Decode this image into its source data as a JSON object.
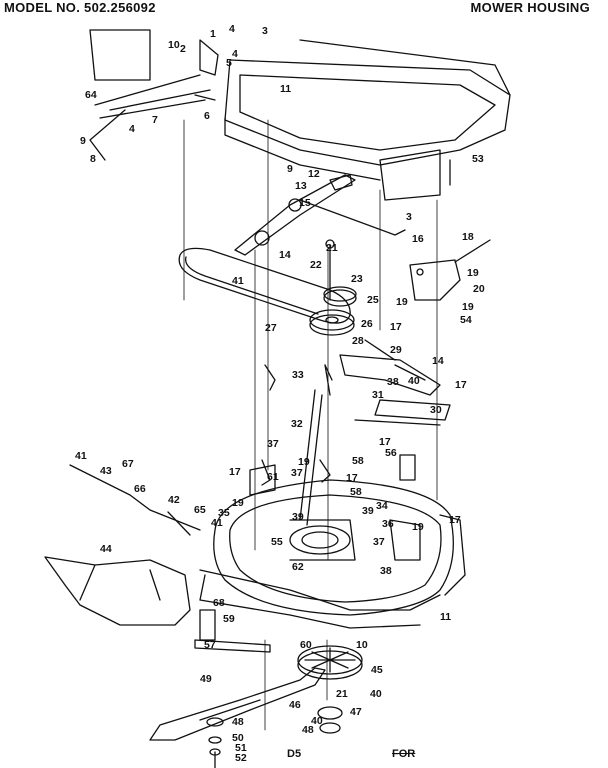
{
  "header": {
    "model": "MODEL NO. 502.256092",
    "section": "MOWER HOUSING"
  },
  "footer": {
    "page_code": "D5",
    "note": "FOR"
  },
  "part_labels": [
    "1",
    "2",
    "3",
    "4",
    "5",
    "6",
    "7",
    "8",
    "9",
    "10",
    "11",
    "12",
    "13",
    "14",
    "15",
    "16",
    "17",
    "18",
    "19",
    "20",
    "21",
    "22",
    "23",
    "25",
    "26",
    "27",
    "28",
    "29",
    "30",
    "32",
    "33",
    "34",
    "35",
    "36",
    "37",
    "38",
    "39",
    "40",
    "41",
    "42",
    "43",
    "44",
    "45",
    "46",
    "47",
    "48",
    "49",
    "50",
    "51",
    "52",
    "53",
    "54",
    "55",
    "56",
    "57",
    "58",
    "59",
    "60",
    "61",
    "62",
    "64",
    "65",
    "66",
    "67",
    "68"
  ]
}
